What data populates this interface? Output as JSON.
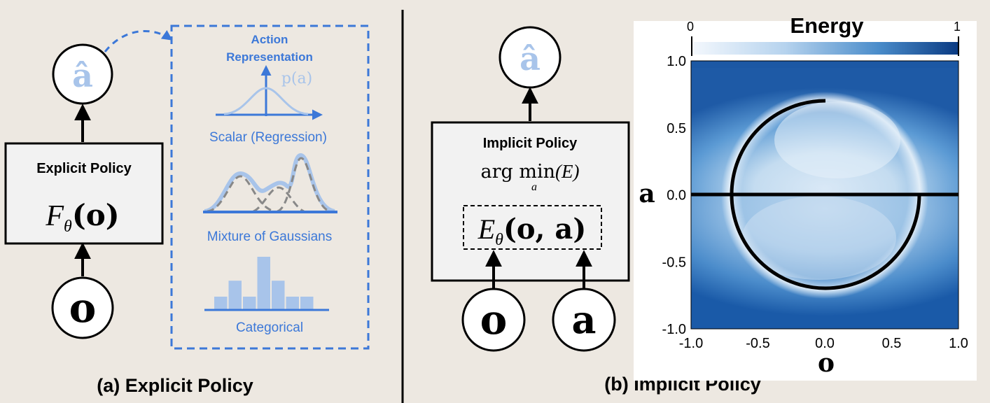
{
  "left": {
    "a_hat": "â",
    "policy_title": "Explicit Policy",
    "policy_formula_f": "F",
    "policy_formula_sub": "θ",
    "policy_formula_arg": "(o)",
    "input_o": "o",
    "action_repr_title_1": "Action",
    "action_repr_title_2": "Representation",
    "pa_label": "p(a)",
    "scalar_label": "Scalar (Regression)",
    "mog_label": "Mixture of Gaussians",
    "cat_label": "Categorical",
    "caption": "(a) Explicit Policy",
    "categorical_bars": [
      0.25,
      0.55,
      0.25,
      1.0,
      0.55,
      0.25,
      0.25
    ]
  },
  "right": {
    "a_hat": "â",
    "policy_title": "Implicit Policy",
    "argmin_text": "arg min",
    "argmin_sub": "a",
    "argmin_arg": "(E)",
    "energy_e": "E",
    "energy_sub": "θ",
    "energy_arg": "(o, a)",
    "input_o": "o",
    "input_a": "a",
    "caption": "(b) Implicit Policy"
  },
  "chart_data": {
    "type": "heatmap",
    "title": "",
    "colorbar": {
      "label": "Energy",
      "min_label": "0",
      "max_label": "1",
      "colors": [
        "#f4f8fd",
        "#0a3a82"
      ]
    },
    "xlabel": "o",
    "ylabel": "a",
    "xlim": [
      -1.0,
      1.0
    ],
    "ylim": [
      -1.0,
      1.0
    ],
    "xticks": [
      "-1.0",
      "-0.5",
      "0.0",
      "0.5",
      "1.0"
    ],
    "yticks": [
      "1.0",
      "0.5",
      "0.0",
      "-0.5",
      "-1.0"
    ],
    "overlay_curves": [
      {
        "name": "",
        "kind": "line",
        "points": [
          [
            -1.0,
            0.0
          ],
          [
            1.0,
            0.0
          ]
        ]
      },
      {
        "name": "",
        "kind": "arc",
        "center": [
          0.0,
          0.0
        ],
        "radius": 0.7,
        "start_deg": 90,
        "end_deg": 360
      }
    ]
  }
}
